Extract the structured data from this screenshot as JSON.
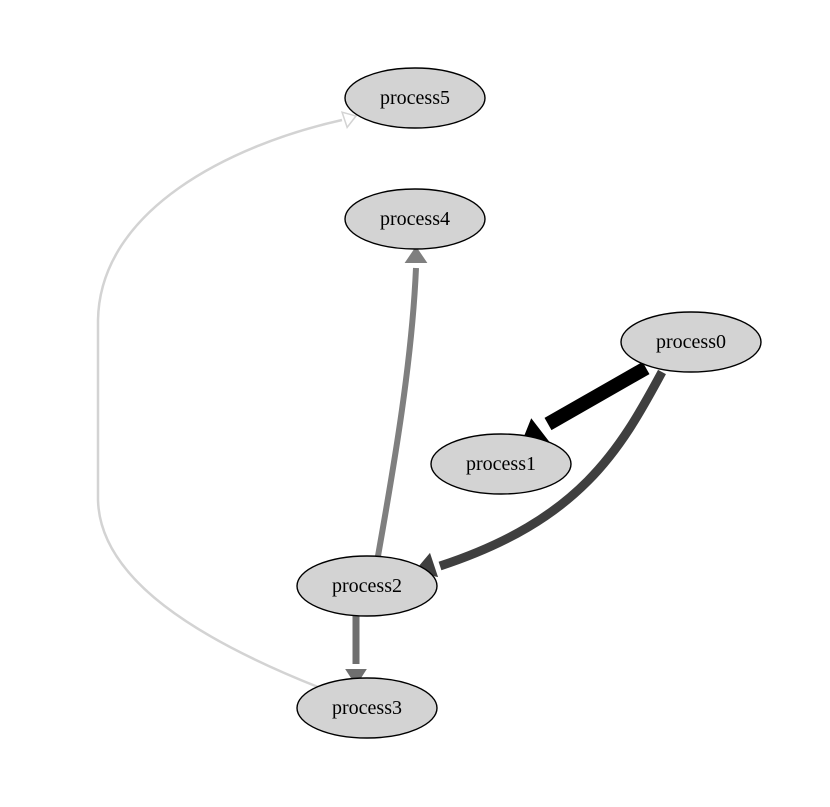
{
  "nodes": [
    {
      "id": "process0",
      "label": "process0"
    },
    {
      "id": "process1",
      "label": "process1"
    },
    {
      "id": "process2",
      "label": "process2"
    },
    {
      "id": "process3",
      "label": "process3"
    },
    {
      "id": "process4",
      "label": "process4"
    },
    {
      "id": "process5",
      "label": "process5"
    }
  ],
  "edges": [
    {
      "from": "process0",
      "to": "process1",
      "color": "#000000"
    },
    {
      "from": "process0",
      "to": "process2",
      "color": "#3f3f3f"
    },
    {
      "from": "process2",
      "to": "process4",
      "color": "#7f7f7f"
    },
    {
      "from": "process2",
      "to": "process3",
      "color": "#6f6f6f"
    },
    {
      "from": "process3",
      "to": "process5",
      "color": "#d3d3d3"
    }
  ],
  "colors": {
    "node_fill": "#d3d3d3",
    "node_stroke": "#000000",
    "background": "#ffffff"
  }
}
